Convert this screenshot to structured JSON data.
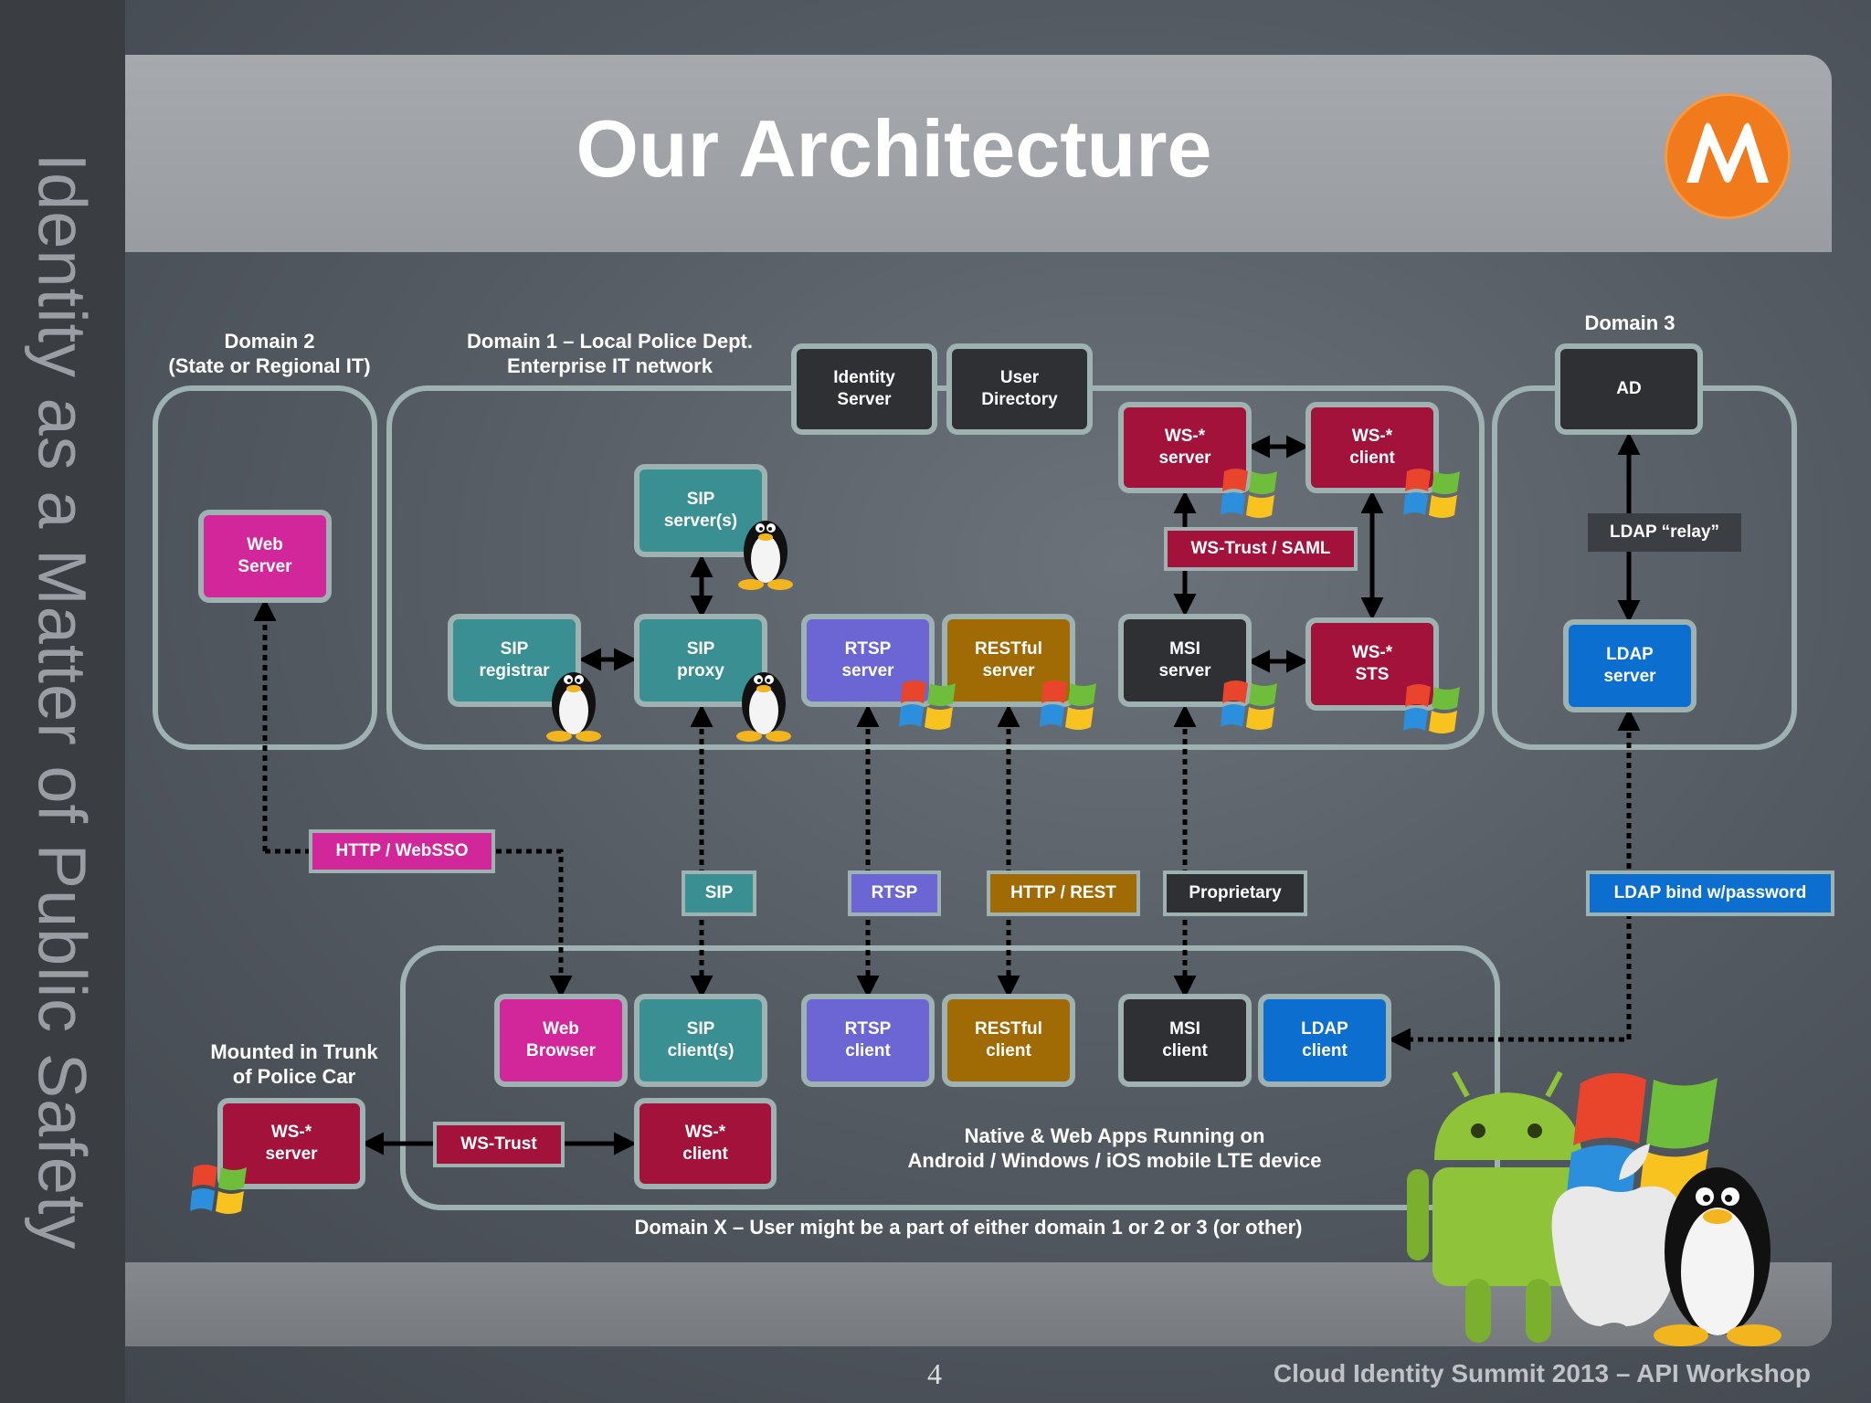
{
  "slide": {
    "title": "Our Architecture",
    "side_title": "Identity as a Matter of Public Safety",
    "page_number": "4",
    "footer": "Cloud Identity Summit 2013 – API Workshop"
  },
  "groups": {
    "domain2": "Domain 2\n(State  or Regional IT)",
    "domain1": "Domain  1 – Local Police Dept.\nEnterprise IT network",
    "domain3": "Domain 3",
    "trunk": "Mounted in Trunk\nof Police Car",
    "native": "Native & Web Apps Running on\nAndroid / Windows / iOS mobile LTE device",
    "domainx": "Domain  X – User might be a part of either domain 1 or 2 or 3 (or other)"
  },
  "nodes": {
    "web_server": "Web\nServer",
    "identity_server": "Identity\nServer",
    "user_directory": "User\nDirectory",
    "sip_servers": "SIP\nserver(s)",
    "sip_registrar": "SIP\nregistrar",
    "sip_proxy": "SIP\nproxy",
    "rtsp_server": "RTSP\nserver",
    "restful_server": "RESTful\nserver",
    "ws_server_d1": "WS-*\nserver",
    "ws_client_d1": "WS-*\nclient",
    "msi_server": "MSI\nserver",
    "ws_sts": "WS-*\nSTS",
    "ad": "AD",
    "ldap_server": "LDAP\nserver",
    "web_browser": "Web\nBrowser",
    "sip_client": "SIP\nclient(s)",
    "rtsp_client": "RTSP\nclient",
    "restful_client": "RESTful\nclient",
    "msi_client": "MSI\nclient",
    "ldap_client": "LDAP\nclient",
    "ws_server_trunk": "WS-*\nserver",
    "ws_client_device": "WS-*\nclient"
  },
  "protocols": {
    "ws_trust_saml": "WS-Trust / SAML",
    "ldap_relay": "LDAP “relay”",
    "http_websso": "HTTP / WebSSO",
    "sip": "SIP",
    "rtsp": "RTSP",
    "http_rest": "HTTP / REST",
    "proprietary": "Proprietary",
    "ldap_bind": "LDAP bind w/password",
    "ws_trust": "WS-Trust"
  },
  "colors": {
    "pink": "#d2279b",
    "teal": "#3a8f93",
    "purple": "#6b66d4",
    "brown": "#a06a05",
    "dark": "#2e3034",
    "crimson": "#a3123a",
    "blue": "#0c6fd0",
    "border": "#9fb2b2",
    "motorola_orange": "#f07a1c"
  },
  "icons": [
    "motorola-logo",
    "tux-penguin-icon",
    "windows-flag-icon",
    "android-icon",
    "apple-icon"
  ]
}
